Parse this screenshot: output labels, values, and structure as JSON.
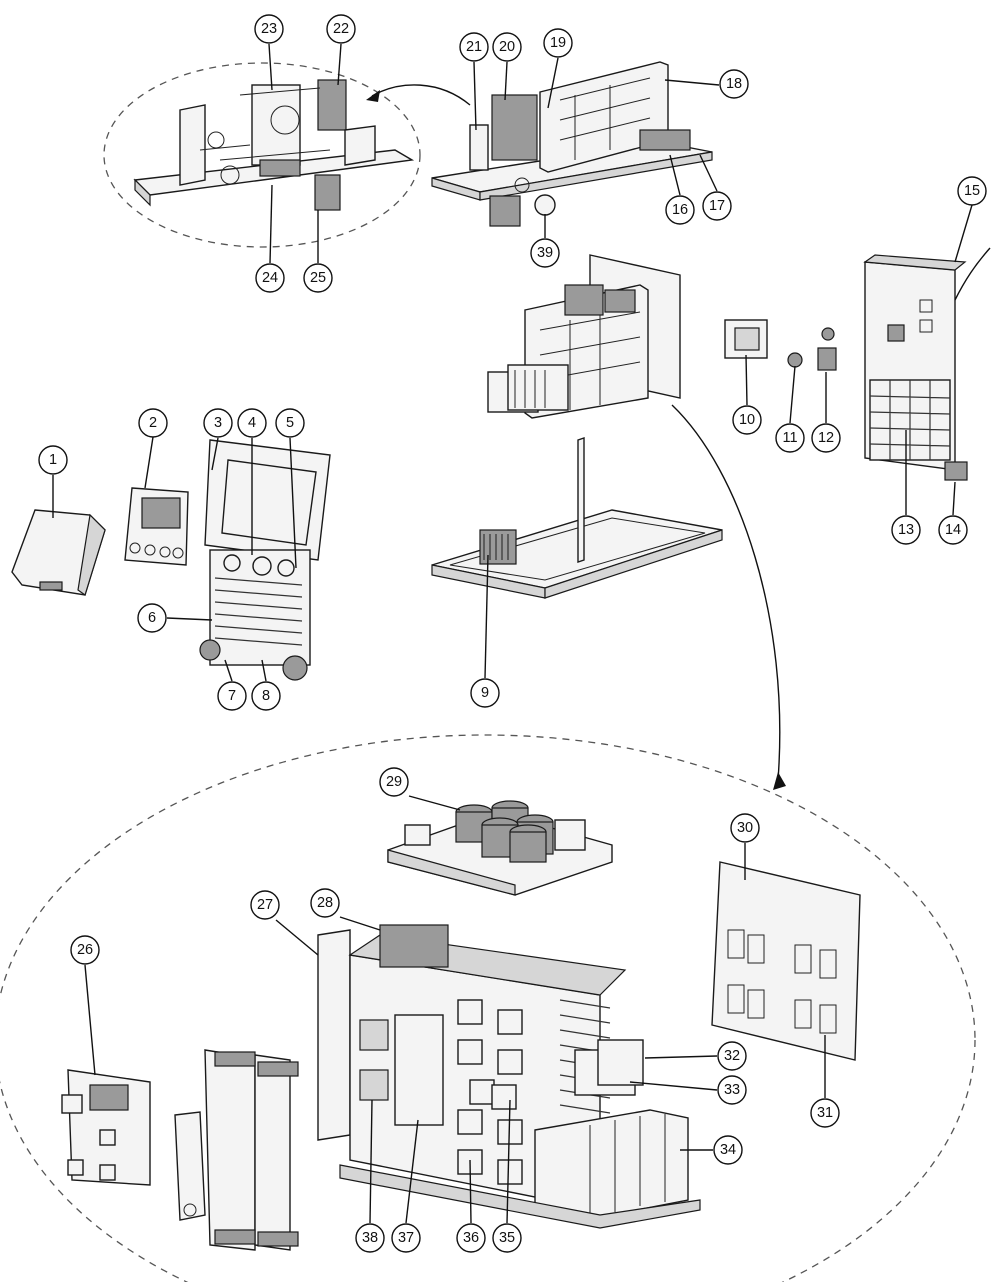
{
  "callouts": [
    {
      "label": "1"
    },
    {
      "label": "2"
    },
    {
      "label": "3"
    },
    {
      "label": "4"
    },
    {
      "label": "5"
    },
    {
      "label": "6"
    },
    {
      "label": "7"
    },
    {
      "label": "8"
    },
    {
      "label": "9"
    },
    {
      "label": "10"
    },
    {
      "label": "11"
    },
    {
      "label": "12"
    },
    {
      "label": "13"
    },
    {
      "label": "14"
    },
    {
      "label": "15"
    },
    {
      "label": "16"
    },
    {
      "label": "17"
    },
    {
      "label": "18"
    },
    {
      "label": "19"
    },
    {
      "label": "20"
    },
    {
      "label": "21"
    },
    {
      "label": "22"
    },
    {
      "label": "23"
    },
    {
      "label": "24"
    },
    {
      "label": "25"
    },
    {
      "label": "26"
    },
    {
      "label": "27"
    },
    {
      "label": "28"
    },
    {
      "label": "29"
    },
    {
      "label": "30"
    },
    {
      "label": "31"
    },
    {
      "label": "32"
    },
    {
      "label": "33"
    },
    {
      "label": "34"
    },
    {
      "label": "35"
    },
    {
      "label": "36"
    },
    {
      "label": "37"
    },
    {
      "label": "38"
    },
    {
      "label": "39"
    }
  ]
}
